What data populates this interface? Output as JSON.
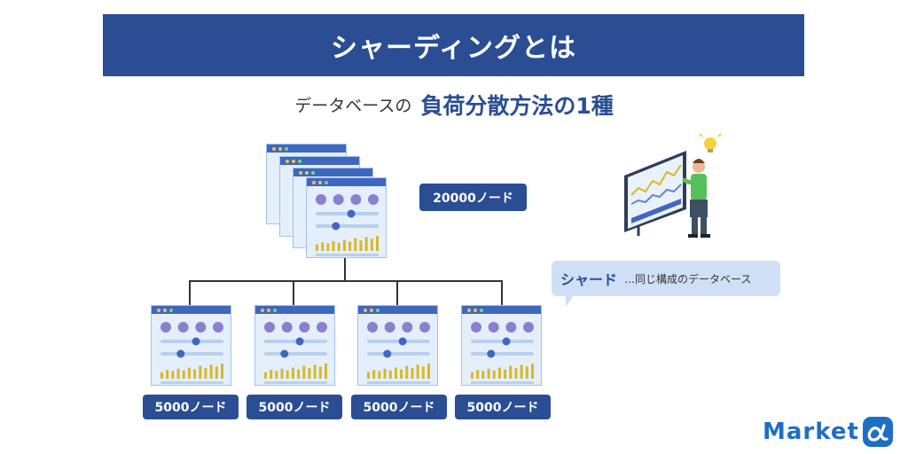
{
  "title": "シャーディングとは",
  "subtitle": {
    "prefix": "データベースの",
    "main": "負荷分散方法の1種"
  },
  "top_node": {
    "label": "20000ノード"
  },
  "shards": [
    {
      "label": "5000ノード"
    },
    {
      "label": "5000ノード"
    },
    {
      "label": "5000ノード"
    },
    {
      "label": "5000ノード"
    }
  ],
  "definition": {
    "term": "シャード",
    "description": "…同じ構成のデータベース"
  },
  "logo": {
    "text": "Market"
  },
  "colors": {
    "primary": "#2a4d94",
    "window_bg": "#e4effb",
    "window_bar": "#3f67c0",
    "accent_bars": "#d7b828",
    "circles": "#8b7fd0",
    "logo_blue": "#1e6fc4"
  }
}
